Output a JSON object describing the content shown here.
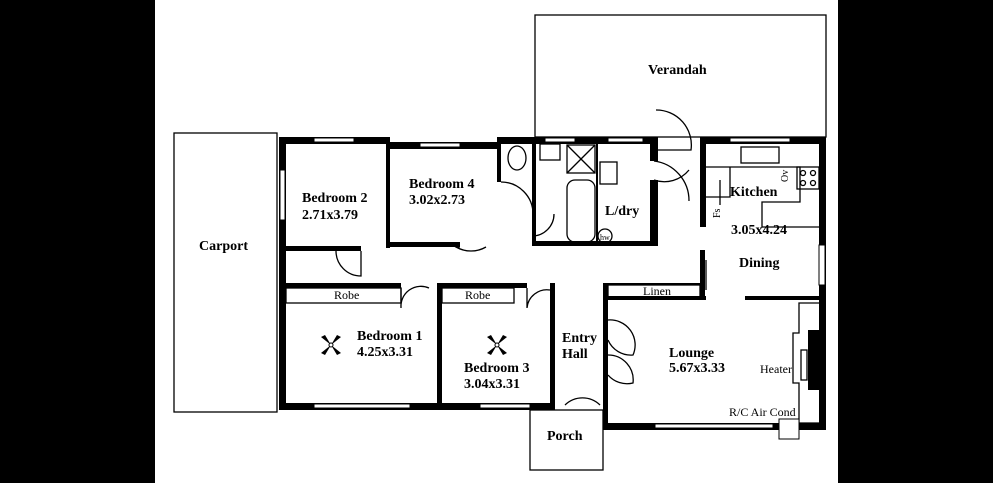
{
  "title": "Floor plan",
  "rooms": {
    "verandah": {
      "name": "Verandah"
    },
    "carport": {
      "name": "Carport"
    },
    "bedroom2": {
      "name": "Bedroom 2",
      "size": "2.71x3.79"
    },
    "bedroom4": {
      "name": "Bedroom 4",
      "size": "3.02x2.73"
    },
    "laundry": {
      "name": "L/dry"
    },
    "kitchen": {
      "name": "Kitchen",
      "size": "3.05x4.24"
    },
    "dining": {
      "name": "Dining"
    },
    "bedroom1": {
      "name": "Bedroom 1",
      "size": "4.25x3.31"
    },
    "bedroom3": {
      "name": "Bedroom 3",
      "size": "3.04x3.31"
    },
    "entry": {
      "name_line1": "Entry",
      "name_line2": "Hall"
    },
    "lounge": {
      "name": "Lounge",
      "size": "5.67x3.33"
    },
    "porch": {
      "name": "Porch"
    }
  },
  "fixtures": {
    "robe1": "Robe",
    "robe3": "Robe",
    "linen": "Linen",
    "heater": "Heater",
    "aircon": "R/C Air Cond",
    "hot_water": "hw",
    "oven": "Ov",
    "fridge_space": "Fs"
  },
  "colors": {
    "background": "#000000",
    "paper": "#ffffff",
    "ink": "#000000"
  }
}
